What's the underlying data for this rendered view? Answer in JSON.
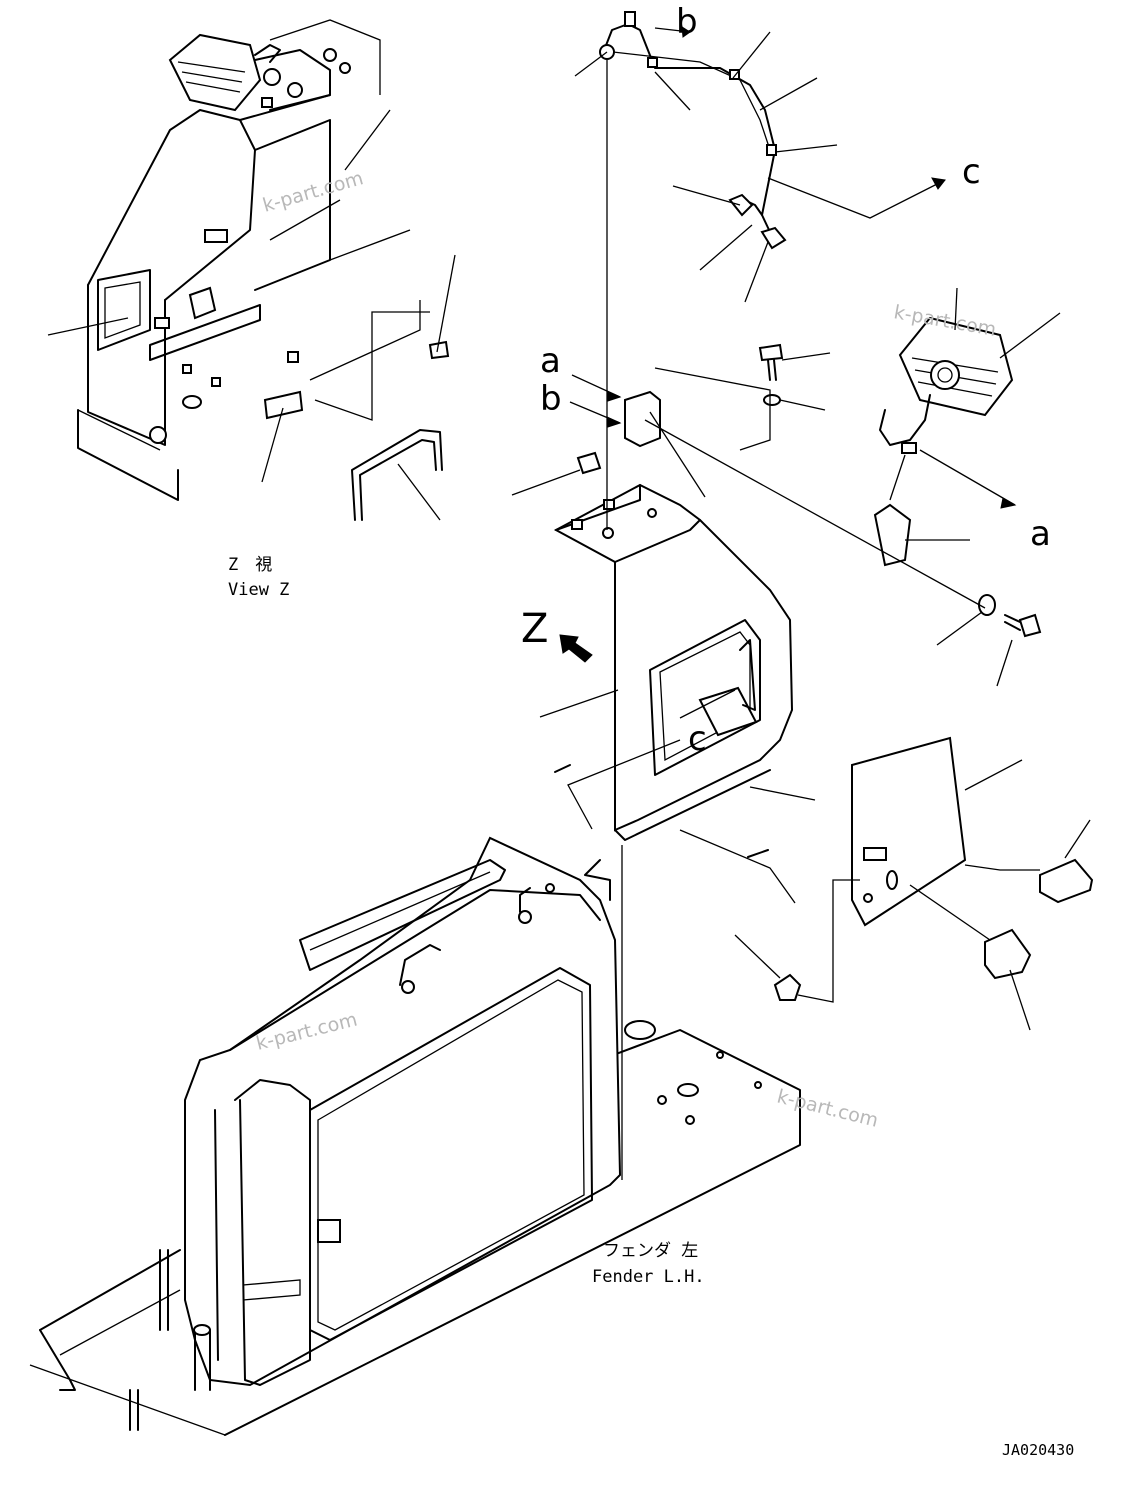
{
  "labels": {
    "ref_b_top": "b",
    "ref_c_top": "c",
    "ref_a_left": "a",
    "ref_b_left": "b",
    "ref_a_right": "a",
    "ref_c_panel": "c",
    "view_marker": "Z",
    "view_z_jp": "Z　視",
    "view_z_en": "View Z",
    "fender_jp": "フェンダ 左",
    "fender_en": "Fender L.H.",
    "drawing_number": "JA020430"
  },
  "watermarks": [
    "k-part.com",
    "k-part.com",
    "k-part.com",
    "k-part.com"
  ]
}
